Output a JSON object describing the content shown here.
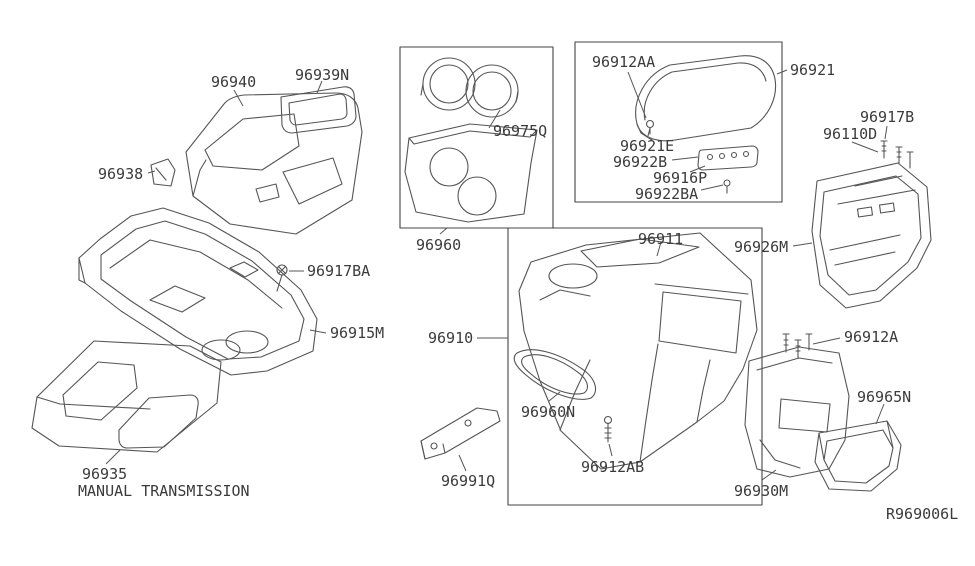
{
  "parts": {
    "p96940": "96940",
    "p96939N": "96939N",
    "p96938": "96938",
    "p96917BA": "96917BA",
    "p96915M": "96915M",
    "p96935": "96935",
    "p96975Q": "96975Q",
    "p96960": "96960",
    "p96912AA": "96912AA",
    "p96921": "96921",
    "p96921E": "96921E",
    "p96922B": "96922B",
    "p96916P": "96916P",
    "p96922BA": "96922BA",
    "p96917B": "96917B",
    "p96110D": "96110D",
    "p96926M": "96926M",
    "p96911": "96911",
    "p96910": "96910",
    "p96960N": "96960N",
    "p96912A": "96912A",
    "p96965N": "96965N",
    "p96991Q": "96991Q",
    "p96912AB": "96912AB",
    "p96930M": "96930M"
  },
  "notes": {
    "manual_transmission": "MANUAL TRANSMISSION"
  },
  "footer": {
    "drawing_code": "R969006L"
  },
  "colors": {
    "line": "#555555",
    "frame": "#444444",
    "text": "#3b3b3b"
  }
}
